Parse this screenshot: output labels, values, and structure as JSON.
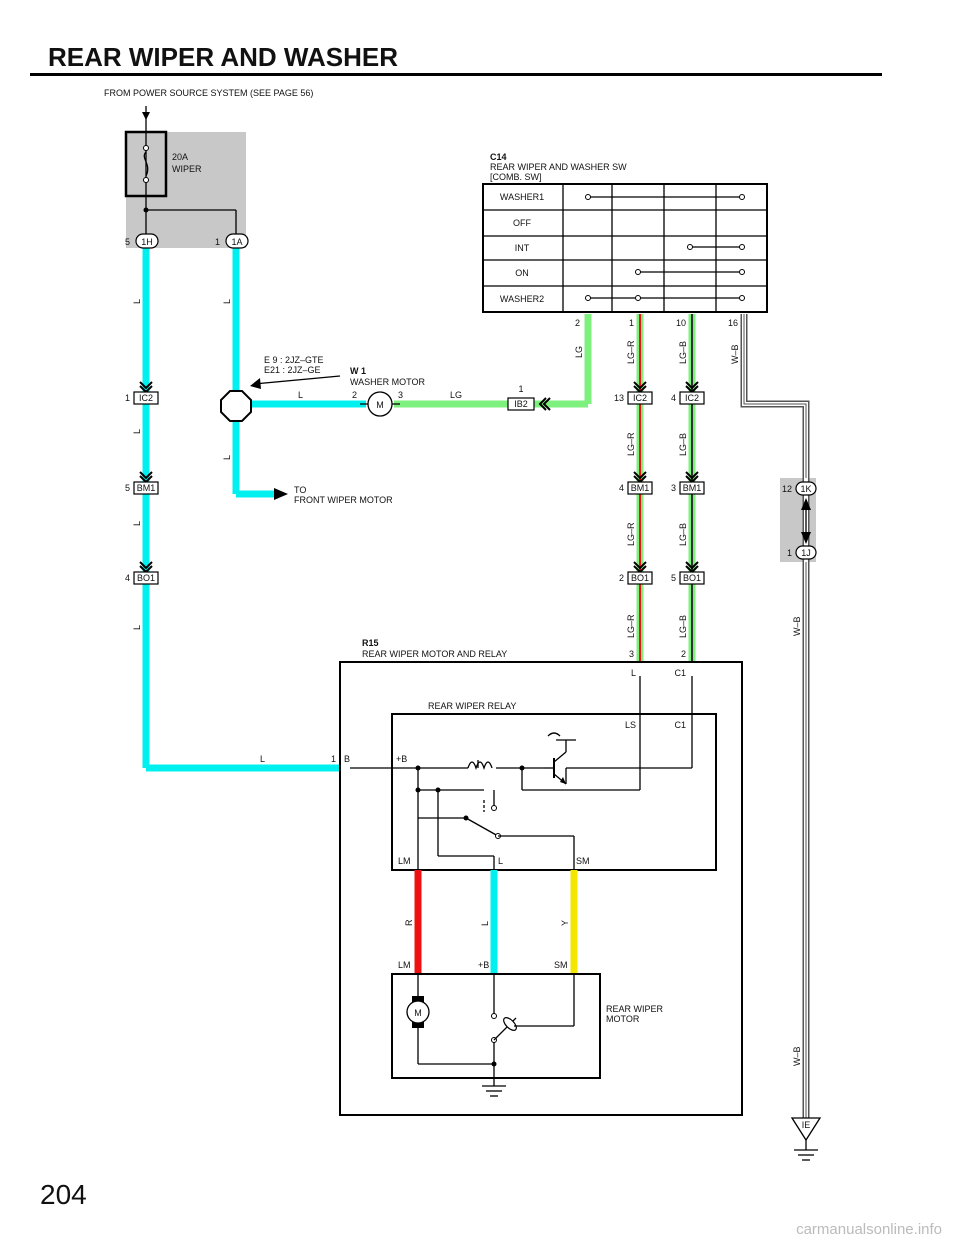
{
  "title": "REAR WIPER AND WASHER",
  "page_number": "204",
  "watermark": "carmanualsonline.info",
  "power_source": "FROM POWER SOURCE SYSTEM (SEE PAGE 56)",
  "fuse": {
    "rating": "20A",
    "name": "WIPER"
  },
  "switch": {
    "code": "C14",
    "name": "REAR WIPER AND WASHER SW",
    "sub": "[COMB.  SW]",
    "positions": [
      "WASHER1",
      "OFF",
      "INT",
      "ON",
      "WASHER2"
    ],
    "pins": [
      "2",
      "1",
      "10",
      "16"
    ]
  },
  "washer_motor": {
    "code": "W 1",
    "name": "WASHER MOTOR",
    "note1": "E 9 : 2JZ–GTE",
    "note2": "E21 : 2JZ–GE",
    "pin_in": "2",
    "pin_out": "3",
    "symbol": "M"
  },
  "front_wiper": {
    "line1": "TO",
    "line2": "FRONT WIPER MOTOR"
  },
  "connectors": {
    "c1H": {
      "pin": "5",
      "id": "1H"
    },
    "c1A": {
      "pin": "1",
      "id": "1A"
    },
    "ic2a": {
      "pin": "1",
      "id": "IC2"
    },
    "bm1a": {
      "pin": "5",
      "id": "BM1"
    },
    "bo1a": {
      "pin": "4",
      "id": "BO1"
    },
    "ib2": {
      "pin": "1",
      "id": "IB2"
    },
    "ic2b": {
      "pin": "13",
      "id": "IC2"
    },
    "ic2c": {
      "pin": "4",
      "id": "IC2"
    },
    "bm1b": {
      "pin": "4",
      "id": "BM1"
    },
    "bm1c": {
      "pin": "3",
      "id": "BM1"
    },
    "bo1b": {
      "pin": "2",
      "id": "BO1"
    },
    "bo1c": {
      "pin": "5",
      "id": "BO1"
    },
    "c1K": {
      "pin": "12",
      "id": "1K"
    },
    "c1J": {
      "pin": "1",
      "id": "1J"
    },
    "ie": {
      "id": "IE"
    }
  },
  "wires": {
    "L": "L",
    "LG": "LG",
    "LGR": "LG–R",
    "LGB": "LG–B",
    "WB": "W–B",
    "R": "R",
    "Y": "Y"
  },
  "rear_unit": {
    "code": "R15",
    "name": "REAR WIPER MOTOR AND RELAY",
    "pin3": "3",
    "pin2": "2",
    "pin1": "1",
    "term_L": "L",
    "term_C1": "C1",
    "term_B": "B",
    "relay": {
      "name": "REAR WIPER RELAY",
      "LS": "LS",
      "C1": "C1",
      "plusB": "+B",
      "LM": "LM",
      "L": "L",
      "SM": "SM"
    },
    "motor": {
      "name1": "REAR WIPER",
      "name2": "MOTOR",
      "LM": "LM",
      "plusB": "+B",
      "SM": "SM",
      "symbol": "M"
    }
  },
  "colors": {
    "L": "#00f0f0",
    "LG": "#7df07d",
    "R": "#ee1111",
    "Y": "#f5e600",
    "W": "#ffffff",
    "B": "#555555",
    "shade": "#c8c8c8"
  }
}
